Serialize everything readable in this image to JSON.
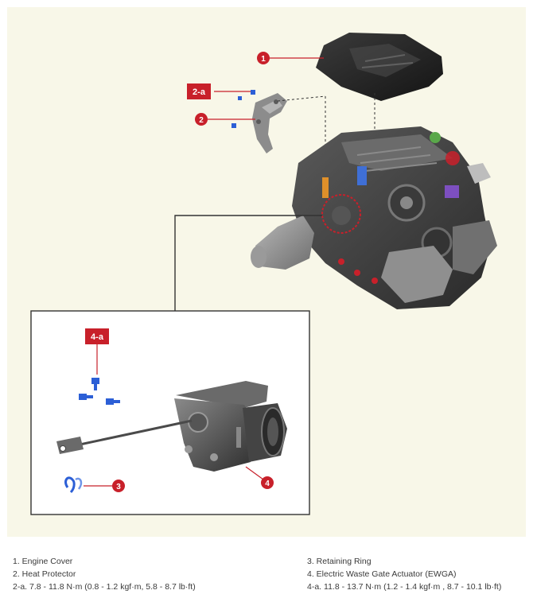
{
  "callouts": {
    "c1": "1",
    "c2": "2",
    "c2a": "2-a",
    "c3": "3",
    "c4": "4",
    "c4a": "4-a"
  },
  "legend": {
    "left": [
      "1. Engine Cover",
      "2. Heat Protector",
      "2-a. 7.8 - 11.8 N·m (0.8 - 1.2 kgf·m, 5.8 - 8.7 lb·ft)"
    ],
    "right": [
      "3. Retaining Ring",
      "4. Electric Waste Gate Actuator (EWGA)",
      "4-a. 11.8 - 13.7 N·m (1.2 - 1.4 kgf·m , 8.7 - 10.1 lb·ft)"
    ]
  },
  "colors": {
    "callout_red": "#c8202a",
    "background": "#f8f7e8",
    "bolt_blue": "#2c5fd6"
  }
}
